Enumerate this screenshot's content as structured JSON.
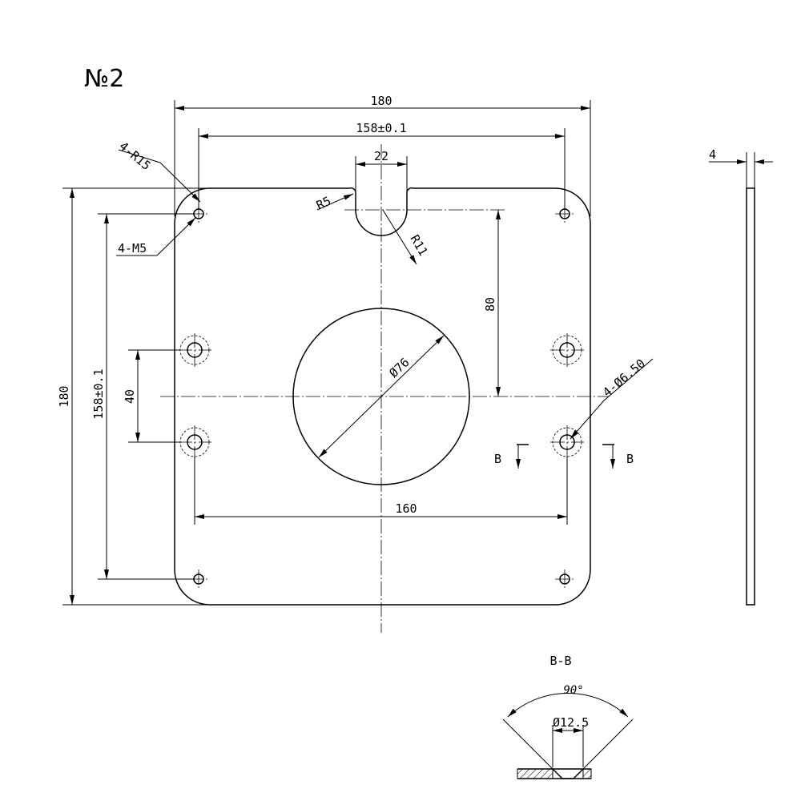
{
  "sheet_label": "№2",
  "dimensions": {
    "overall_width": "180",
    "hole_spacing_x": "158±0.1",
    "slot_width": "22",
    "corner_radius": "4-R15",
    "slot_corner_radius": "R5",
    "slot_end_radius": "R11",
    "tapped_holes": "4-M5",
    "slot_to_center": "80",
    "center_bore": "Ø76",
    "countersunk_holes": "4-Ø6.50",
    "overall_height": "180",
    "hole_spacing_y": "158±0.1",
    "cs_hole_spacing_y": "40",
    "cs_hole_spacing_x": "160",
    "thickness": "4"
  },
  "section": {
    "marker_left": "B",
    "marker_right": "B",
    "title": "B-B",
    "countersink_angle": "90°",
    "countersink_diameter": "Ø12.5"
  }
}
